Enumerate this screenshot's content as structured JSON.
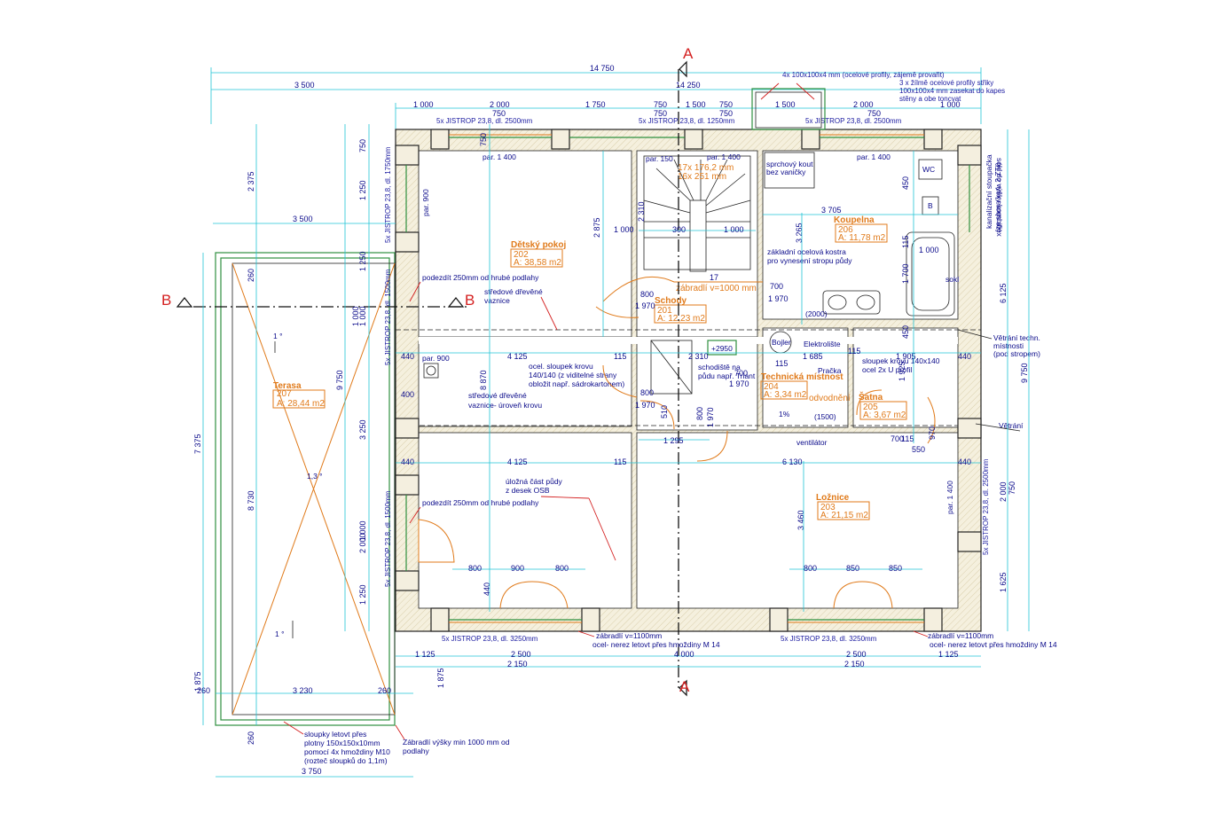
{
  "dims_top": {
    "overall": "14 750",
    "left_block": "3 500",
    "right_block": "14 250",
    "row3": [
      "1 000",
      "2 000",
      "1 750",
      "750",
      "1 500",
      "750",
      "1 500",
      "2 000",
      "1 000"
    ],
    "row3b": [
      "750",
      "750",
      "750",
      "750"
    ]
  },
  "beam_notes_top": [
    "5x JISTROP 23,8, dl. 2500mm",
    "5x JISTROP 23,8, dl. 1250mm",
    "5x JISTROP 23,8, dl. 2500mm"
  ],
  "beam_notes_bottom": [
    "5x JISTROP 23,8, dl. 3250mm",
    "5x JISTROP 23,8, dl. 3250mm"
  ],
  "beam_notes_left": [
    "5x JISTROP 23,8, dl. 1750mm",
    "5x JISTROP 23,8, dl. 1500mm",
    "5x JISTROP 23,8, dl. 1500mm"
  ],
  "beam_notes_right": [
    "5x JISTROP 23,8, dl. 2500mm"
  ],
  "steel_note": {
    "line1": "4x 100x100x4 mm (ocelové profily, zájemě provařit)",
    "line2": "3 x žílmě ocelové profily střiky",
    "line3": "100x100x4 mm zasekat do kapes",
    "line4": "stěny a obe toncvat"
  },
  "rooms": [
    {
      "name": "Dětský pokoj",
      "num": "202",
      "area": "A: 38,58 m2"
    },
    {
      "name": "Schody",
      "num": "201",
      "area": "A: 12,23 m2"
    },
    {
      "name": "Koupelna",
      "num": "206",
      "area": "A: 11,78 m2"
    },
    {
      "name": "Technická místnost",
      "num": "204",
      "area": "A: 3,34 m2"
    },
    {
      "name": "Šatna",
      "num": "205",
      "area": "A: 3,67 m2"
    },
    {
      "name": "Ložnice",
      "num": "203",
      "area": "A: 21,15 m2"
    },
    {
      "name": "Terasa",
      "num": "207",
      "area": "A: 28,44 m2"
    }
  ],
  "labels": {
    "par_top_left": "par. 1 400",
    "par_top_right": "par. 1 400",
    "par_stairs": "par. 150",
    "par_stairs2": "par. 1 400",
    "par_left": "par. 900",
    "par_right": "par. 1 400",
    "stair_note1": "17x 176,2 mm",
    "stair_note2": "16x 251 mm",
    "zabradli_stairs": "zábradlí v=1000 mm",
    "shower": "sprchový kout",
    "shower2": "bez vaničky",
    "steel_frame": "základní ocelová kostra",
    "steel_frame2": "pro vynesení stropu půdy",
    "wc": "WC",
    "bidet": "B",
    "vent_note": "Větrání techn.",
    "vent_note2": "místnosti",
    "vent_note3": "(pod stropem)",
    "vent2": "Větrání",
    "boiler": "Bojler",
    "elektro": "Elektrolište",
    "pracka": "Pračka",
    "odvod": "odvodnění",
    "ventilator": "ventilátor",
    "sloupek": "sloupek krovu 140x140",
    "sloupek2": "ocel 2x U profil",
    "sloupek_left": "ocel. sloupek krovu",
    "sloupek_left2": "140/140 (z viditelné strany",
    "sloupek_left3": "obložit např. sádrokartonem)",
    "podezdit1": "podezdít 250mm od hrubé podlahy",
    "podezdit2": "podezdít 250mm od hrubé podlahy",
    "stredove1": "středové dřevěné",
    "stredove1b": "vaznice",
    "stredove2": "středové dřevěné",
    "stredove2b": "vaznice- úroveň krovu",
    "ulozna": "úložná část půdy",
    "ulozna2": "z desek OSB",
    "schodistena": "schodiště na",
    "schodistena2": "půdu např. Triant",
    "schodiste_val": "+2950",
    "kanal1": "kanalizační stoupačka",
    "kanal2": "(ze shora kan. 2 ZTI)",
    "sokl_note": "sokl do výšky kombiflex",
    "sokl": "sokl",
    "zabradli_b1": "zábradlí v=1100mm",
    "zabradli_b1b": "ocel- nerez letovt přes hmoždiny M 14",
    "zabradli_b2": "zábradlí v=1100mm",
    "zabradli_b2b": "ocel- nerez letovt přes hmoždiny M 14",
    "terasa_sloupky": "sloupky letovt přes",
    "terasa_sloupky2": "plotny 150x150x10mm",
    "terasa_sloupky3": "pomocí 4x hmoždiny M10",
    "terasa_sloupky4": "(rozteč sloupků do 1,1m)",
    "terasa_zabradli": "Zábradlí výšky min 1000 mm od",
    "terasa_zabradli2": "podlahy",
    "slope1": "1 °",
    "slope2": "1,3 °",
    "slope3": "1 °",
    "pct": "1%",
    "v1500": "(1500)",
    "v2000": "(2000)"
  },
  "section_marks": {
    "a_top": "A",
    "a_bottom": "A",
    "b_left": "B",
    "b_right": "B"
  },
  "dims_inner": {
    "d2875": "2 875",
    "d1000": "1 000",
    "d300": "300",
    "d1000b": "1 000",
    "d2310": "2 310",
    "d3705": "3 705",
    "d3265": "3 265",
    "d450": "450",
    "d1000c": "1 000",
    "d1700": "1 700",
    "d700": "700",
    "d1970": "1 970",
    "d800": "800",
    "d1970b": "1 970",
    "d17": "17",
    "d440a": "440",
    "d4125": "4 125",
    "d115a": "115",
    "d2310b": "2 310",
    "d1685": "1 685",
    "d115b": "115",
    "d1905": "1 905",
    "d440b": "440",
    "d400": "400",
    "d8870": "8 870",
    "d800b": "800",
    "d1970c": "1 970",
    "d510": "510",
    "d800c": "800",
    "d1970d": "1 970",
    "d700b": "700",
    "d1970e": "1 970",
    "d1925": "1 925",
    "d1295": "1 295",
    "d440c": "440",
    "d4125b": "4 125",
    "d115c": "115",
    "d6130": "6 130",
    "d440d": "440",
    "d700c": "700",
    "d970": "970",
    "d550": "550",
    "d115d": "115",
    "d800d": "800",
    "d900": "900",
    "d800e": "800",
    "d800f": "800",
    "d850": "850",
    "d850b": "850",
    "d3460": "3 460",
    "d440e": "440",
    "d2000": "2 000",
    "d750r": "750",
    "d1625": "1 625",
    "d115e": "115",
    "d450b": "450",
    "d115f": "115"
  },
  "dims_bottom": {
    "row1": [
      "1 125",
      "2 500",
      "2 500",
      "1 125"
    ],
    "row2": [
      "2 150",
      "4 000",
      "2 150"
    ]
  },
  "dims_left": {
    "outer": "7 375",
    "col1": [
      "2 375",
      "3 500"
    ],
    "col2": [
      "750",
      "1 250",
      "1 250",
      "1 000",
      "1 000",
      "3 250",
      "2 000",
      "1 000",
      "1 250"
    ],
    "col3": [
      "9 750",
      "8 730",
      "260",
      "260",
      "1 875",
      "1 875"
    ]
  },
  "dims_right": {
    "outer": "9 750",
    "inner": "6 125",
    "col": [
      "2 000",
      "750",
      "1 625"
    ]
  },
  "terasa_dims": {
    "w": "3 230",
    "l": "260",
    "r": "260",
    "overall": "3 750",
    "b260": "260"
  }
}
